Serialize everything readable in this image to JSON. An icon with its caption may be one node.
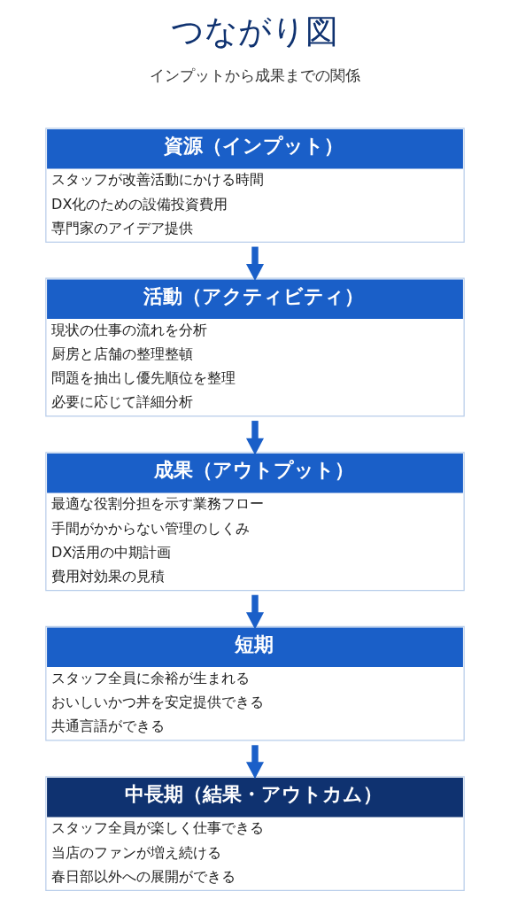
{
  "diagram": {
    "title": "つながり図",
    "nodes": [
      {
        "text": [
          "資源（インプット）",
          "スタッフが改善活動にかける時間",
          "DX化のための設備投資費用",
          "専門家のアイデア提供"
        ]
      },
      {
        "text": [
          "活動（アクティビティ）",
          "現状の仕事の流れを分析",
          "厨房と店舗の整理整頓",
          "問題を抽出し優先順位を整理",
          "必要に応じて詳細分析"
        ]
      },
      {
        "text": [
          "成果（アウトプット）",
          "最適な役割分担を示す業務フロー",
          "手間がかからない管理のしくみ",
          "DX活用の中期計画",
          "費用対効果の見積"
        ]
      },
      {
        "text": [
          "短期",
          "スタッフ全員に余裕が生まれる",
          "おいしいかつ丼を安定提供できる",
          "共通言語ができる"
        ]
      },
      {
        "text": [
          "中長期（結果・アウトカム）",
          "スタッフ全員が楽しく仕事できる",
          "当店のファンが増え続ける",
          "春日部以外への展開ができる"
        ]
      }
    ],
    "edges": [
      {
        "from": 0,
        "to": 1,
        "arrow": "to"
      },
      {
        "from": 1,
        "to": 2,
        "arrow": "to"
      },
      {
        "from": 2,
        "to": 3,
        "arrow": "to"
      },
      {
        "from": 3,
        "to": 4,
        "arrow": "to"
      }
    ],
    "labels": [
      "インプットから成果までの関係"
    ]
  }
}
